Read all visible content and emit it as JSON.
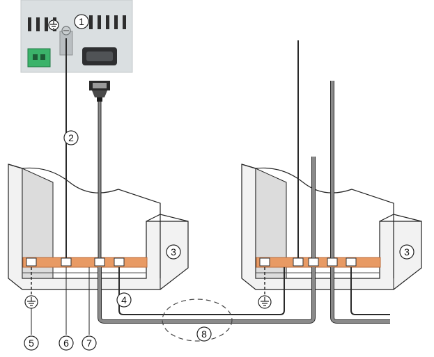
{
  "diagram": {
    "device_panel_labels": [
      "",
      ""
    ],
    "ground_symbol": "ground-icon",
    "callouts": [
      {
        "id": "1",
        "label": "1",
        "refers_to": "grounding screw on device"
      },
      {
        "id": "2",
        "label": "2",
        "refers_to": "grounding cable"
      },
      {
        "id": "3a",
        "label": "3",
        "refers_to": "cabinet left"
      },
      {
        "id": "3b",
        "label": "3",
        "refers_to": "cabinet right"
      },
      {
        "id": "4",
        "label": "4",
        "refers_to": "equipotential bonding conductor"
      },
      {
        "id": "5",
        "label": "5",
        "refers_to": "ground connection"
      },
      {
        "id": "6",
        "label": "6",
        "refers_to": "cable clamp"
      },
      {
        "id": "7",
        "label": "7",
        "refers_to": "grounding bar"
      },
      {
        "id": "8",
        "label": "8",
        "refers_to": "cable routing"
      }
    ],
    "colors": {
      "rail": "#e89a64",
      "rail_border": "#b96a3a",
      "cabinet_fill": "#f2f2f2",
      "cabinet_inner": "#dcdcdc",
      "cable_dark": "#2a2a2a",
      "cable_grey": "#7d7d7d",
      "device_body": "#dadfe1",
      "connector_green": "#3bb36a"
    }
  }
}
